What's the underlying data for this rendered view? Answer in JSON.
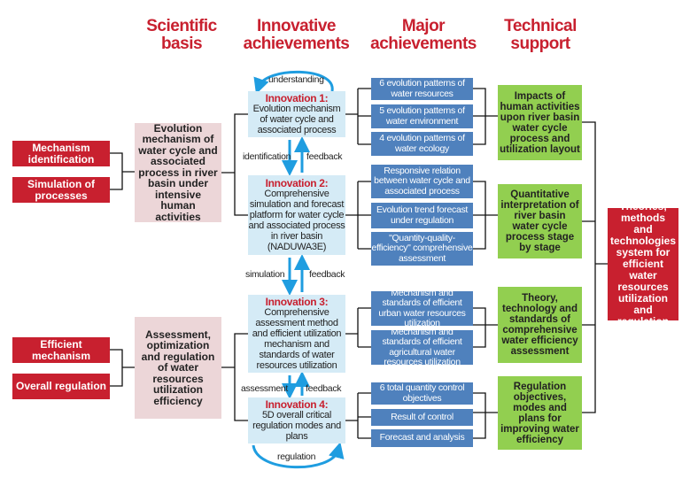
{
  "headers": {
    "scientific": "Scientific basis",
    "innovative": "Innovative achievements",
    "major": "Major achievements",
    "technical": "Technical support"
  },
  "left": [
    "Mechanism identification",
    "Simulation of processes",
    "Efficient mechanism",
    "Overall regulation"
  ],
  "basis": [
    "Evolution mechanism of water cycle and associated process in river basin under intensive human activities",
    "Assessment, optimization and regulation of water resources utilization efficiency"
  ],
  "innovations": [
    {
      "title": "Innovation 1:",
      "text": "Evolution mechanism of water cycle and associated process"
    },
    {
      "title": "Innovation 2:",
      "text": "Comprehensive simulation and forecast platform for water cycle and associated process in river basin (NADUWA3E)"
    },
    {
      "title": "Innovation 3:",
      "text": "Comprehensive assessment method and efficient utilization mechanism and standards of water resources utilization"
    },
    {
      "title": "Innovation 4:",
      "text": "5D overall critical regulation modes and plans"
    }
  ],
  "arrows": {
    "top": "understanding",
    "a1": "identification",
    "f1": "feedback",
    "a2": "simulation",
    "f2": "feedback",
    "a3": "assessment",
    "f3": "feedback",
    "bottom": "regulation"
  },
  "major": [
    "6 evolution patterns of water resources",
    "5 evolution patterns of water environment",
    "4 evolution patterns of water ecology",
    "Responsive relation between water cycle and associated process",
    "Evolution trend forecast under regulation",
    "\"Quantity-quality-efficiency\" comprehensive assessment",
    "Mechanism and standards of efficient urban water resources utilization",
    "Mechanism and standards of efficient agricultural water resources utilization",
    "6 total quantity control objectives",
    "Result of control",
    "Forecast and analysis"
  ],
  "technical": [
    "Impacts of human activities upon river basin water cycle process and utilization layout",
    "Quantitative interpretation of river basin water cycle process stage by stage",
    "Theory, technology and standards of comprehensive water efficiency assessment",
    "Regulation objectives, modes and plans for improving water efficiency"
  ],
  "final": "Theories, methods and technologies system for efficient water resources utilization and regulation",
  "colors": {
    "red": "#c8202f",
    "pink": "#ecd6d8",
    "light_blue": "#d5ebf6",
    "blue": "#4f81bd",
    "green": "#92cf50",
    "arrow": "#1f9de0"
  }
}
